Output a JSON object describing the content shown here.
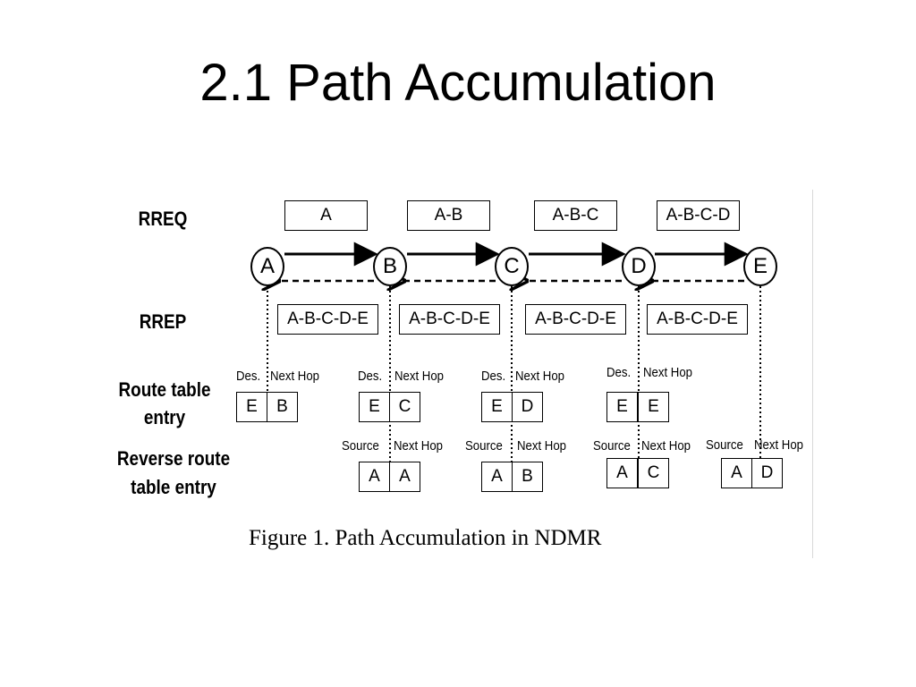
{
  "title": "2.1 Path Accumulation",
  "row_labels": {
    "rreq": "RREQ",
    "rrep": "RREP",
    "route_table_line1": "Route table",
    "route_table_line2": "entry",
    "reverse_route_line1": "Reverse route",
    "reverse_route_line2": "table entry"
  },
  "rreq_messages": [
    "A",
    "A-B",
    "A-B-C",
    "A-B-C-D"
  ],
  "rrep_messages": [
    "A-B-C-D-E",
    "A-B-C-D-E",
    "A-B-C-D-E",
    "A-B-C-D-E"
  ],
  "nodes": [
    "A",
    "B",
    "C",
    "D",
    "E"
  ],
  "route_table_entries": [
    {
      "dest_header": "Des.",
      "next_header": "Next Hop",
      "dest": "E",
      "next": "B"
    },
    {
      "dest_header": "Des.",
      "next_header": "Next Hop",
      "dest": "E",
      "next": "C"
    },
    {
      "dest_header": "Des.",
      "next_header": "Next Hop",
      "dest": "E",
      "next": "D"
    },
    {
      "dest_header": "Des.",
      "next_header": "Next Hop",
      "dest": "E",
      "next": "E"
    }
  ],
  "reverse_route_entries": [
    {
      "source_header": "Source",
      "next_header": "Next Hop",
      "source": "A",
      "next": "A"
    },
    {
      "source_header": "Source",
      "next_header": "Next Hop",
      "source": "A",
      "next": "B"
    },
    {
      "source_header": "Source",
      "next_header": "Next Hop",
      "source": "A",
      "next": "C"
    },
    {
      "source_header": "Source",
      "next_header": "Next Hop",
      "source": "A",
      "next": "D"
    }
  ],
  "caption": "Figure 1. Path Accumulation in NDMR"
}
